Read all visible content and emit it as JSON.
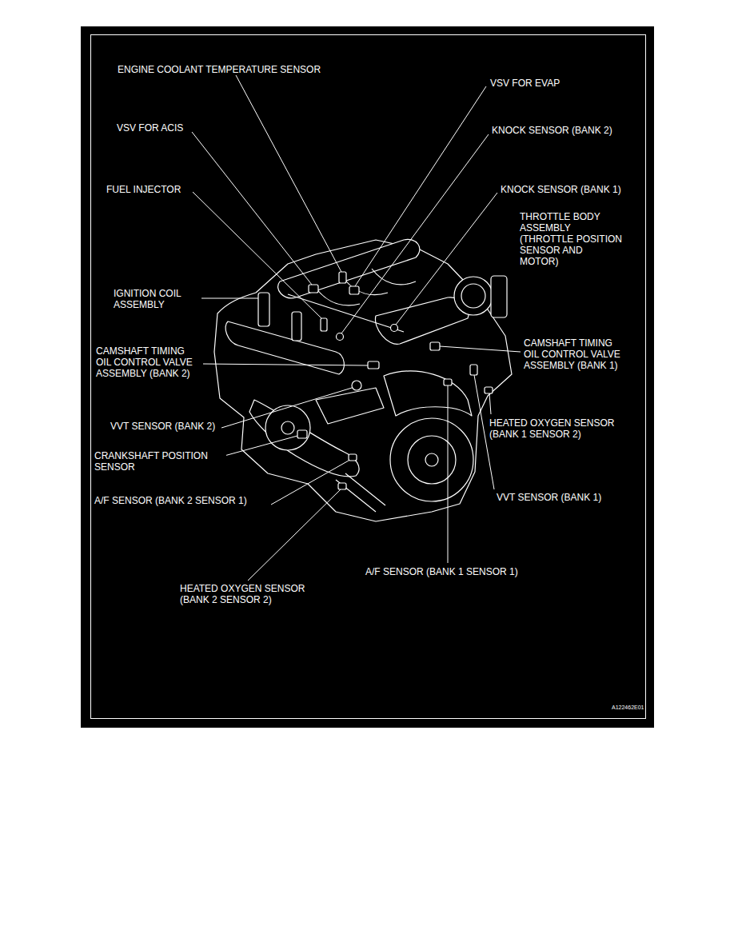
{
  "diagram": {
    "labels": [
      "ENGINE COOLANT TEMPERATURE SENSOR",
      "VSV FOR EVAP",
      "VSV FOR ACIS",
      "KNOCK SENSOR (BANK 2)",
      "FUEL INJECTOR",
      "KNOCK SENSOR (BANK 1)",
      "THROTTLE BODY ASSEMBLY (THROTTLE POSITION SENSOR AND MOTOR)",
      "IGNITION COIL ASSEMBLY",
      "CAMSHAFT TIMING OIL CONTROL VALVE ASSEMBLY (BANK 2)",
      "CAMSHAFT TIMING OIL CONTROL VALVE ASSEMBLY (BANK 1)",
      "HEATED OXYGEN SENSOR (BANK 1 SENSOR 2)",
      "VVT SENSOR (BANK 2)",
      "CRANKSHAFT POSITION SENSOR",
      "A/F SENSOR (BANK 2 SENSOR 1)",
      "VVT SENSOR (BANK 1)",
      "A/F SENSOR (BANK 1 SENSOR 1)",
      "HEATED OXYGEN SENSOR (BANK 2 SENSOR 2)",
      "A122462E01"
    ]
  }
}
